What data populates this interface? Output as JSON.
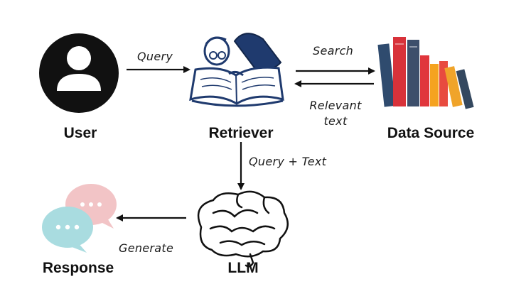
{
  "nodes": {
    "user": "User",
    "retriever": "Retriever",
    "data_source": "Data Source",
    "llm": "LLM",
    "response": "Response"
  },
  "edges": {
    "user_to_retriever": "Query",
    "retriever_to_source": "Search",
    "source_to_retriever_line1": "Relevant",
    "source_to_retriever_line2": "text",
    "retriever_to_llm": "Query + Text",
    "llm_to_response": "Generate"
  },
  "icons": {
    "user": "user-avatar-icon",
    "retriever": "reader-with-book-icon",
    "data_source": "books-icon",
    "llm": "brain-icon",
    "response": "chat-bubbles-icon"
  }
}
